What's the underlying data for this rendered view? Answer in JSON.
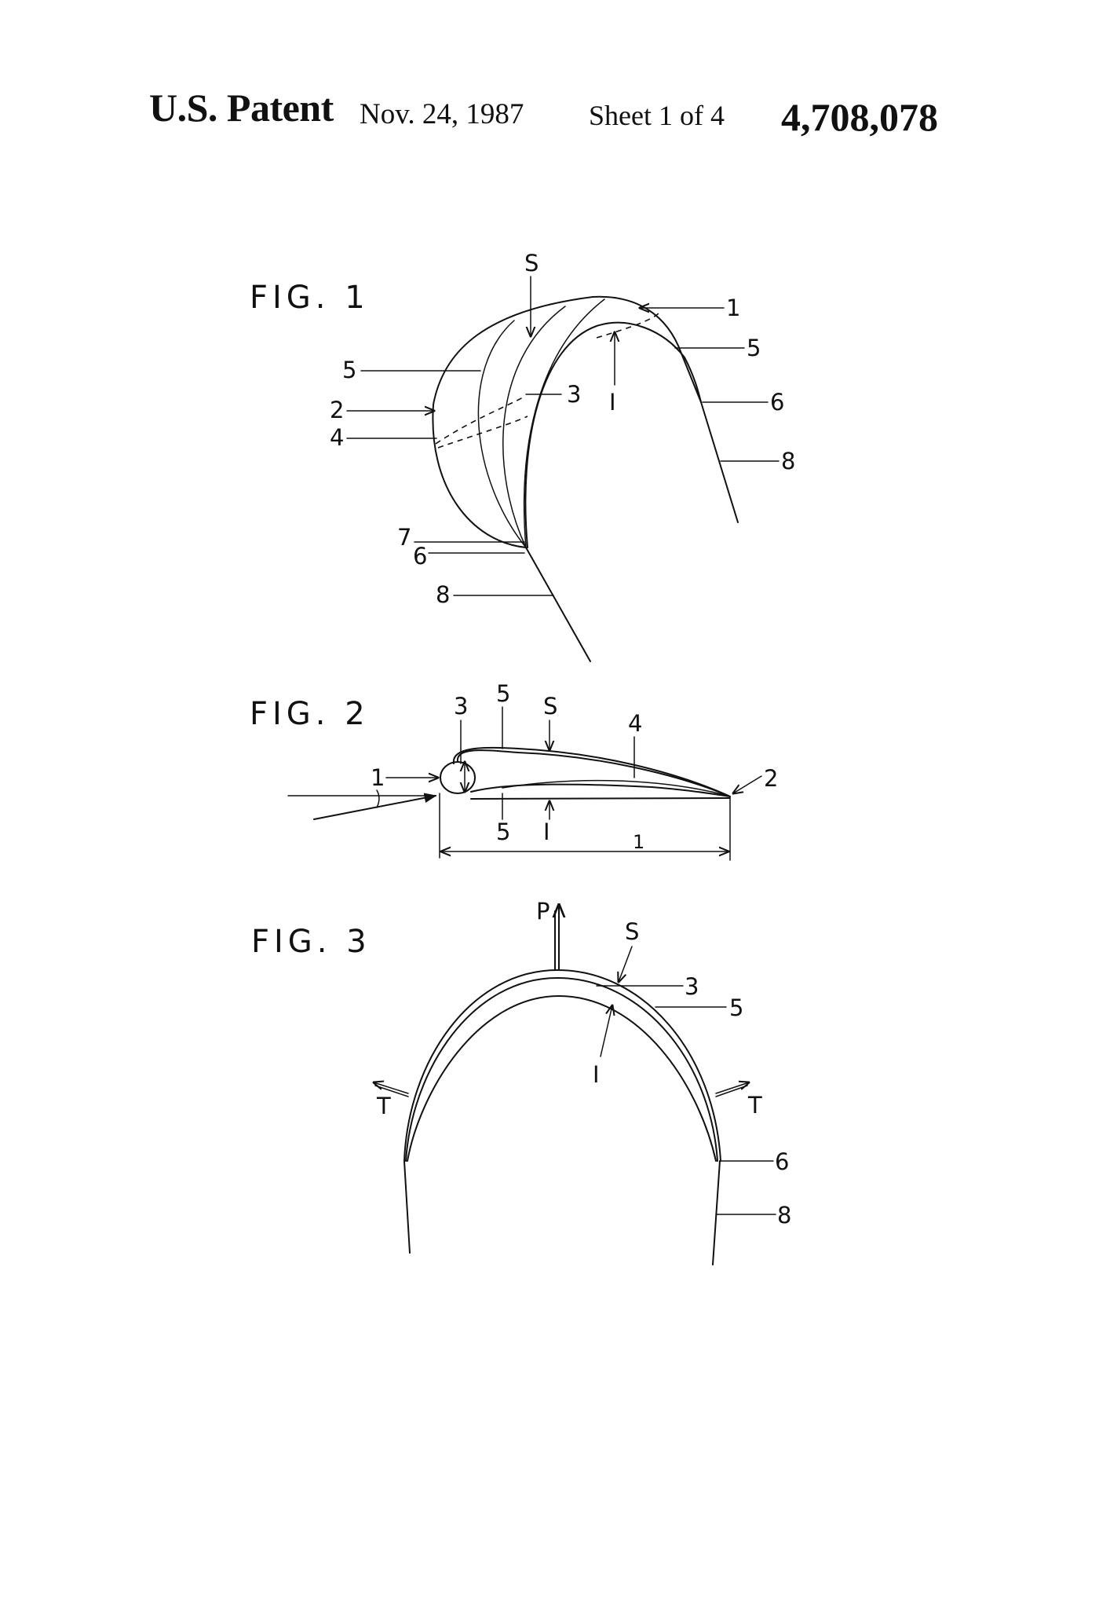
{
  "header": {
    "title": "U.S. Patent",
    "date": "Nov. 24, 1987",
    "sheet": "Sheet 1 of 4",
    "patent_number": "4,708,078"
  },
  "fig1": {
    "label": "FIG. 1",
    "refs": {
      "S": "S",
      "I": "I",
      "r1": "1",
      "r2": "2",
      "r3": "3",
      "r4": "4",
      "r5a": "5",
      "r5b": "5",
      "r6a": "6",
      "r6b": "6",
      "r7": "7",
      "r8a": "8",
      "r8b": "8"
    }
  },
  "fig2": {
    "label": "FIG. 2",
    "refs": {
      "r3": "3",
      "r5top": "5",
      "S": "S",
      "r4": "4",
      "r1": "1",
      "r2": "2",
      "r5bot": "5",
      "I": "I",
      "chord": "1"
    }
  },
  "fig3": {
    "label": "FIG. 3",
    "refs": {
      "P": "P",
      "S": "S",
      "r3": "3",
      "r5": "5",
      "I": "I",
      "T_left": "T",
      "T_right": "T",
      "r6": "6",
      "r8": "8"
    }
  }
}
